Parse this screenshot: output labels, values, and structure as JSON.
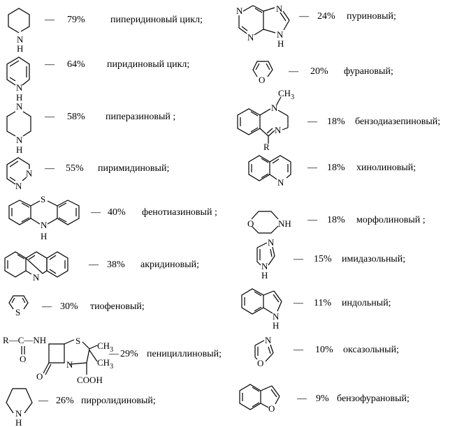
{
  "items": [
    {
      "percent": "79%",
      "name": "пиперидиновый цикл;"
    },
    {
      "percent": "64%",
      "name": "пиридиновый цикл;"
    },
    {
      "percent": "58%",
      "name": "пиперазиновый ;"
    },
    {
      "percent": "55%",
      "name": "пиримидиновый;"
    },
    {
      "percent": "40%",
      "name": "фенотиазиновый ;"
    },
    {
      "percent": "38%",
      "name": "акридиновый;"
    },
    {
      "percent": "30%",
      "name": "тиофеновый;"
    },
    {
      "percent": "29%",
      "name": "пенициллиновый;"
    },
    {
      "percent": "26%",
      "name": "пирролидиновый;"
    },
    {
      "percent": "24%",
      "name": "пуриновый;"
    },
    {
      "percent": "20%",
      "name": "фурановый;"
    },
    {
      "percent": "18%",
      "name": "бензодиазепиновый;"
    },
    {
      "percent": "18%",
      "name": "хинолиновый;"
    },
    {
      "percent": "18%",
      "name": "морфолиновый ;"
    },
    {
      "percent": "15%",
      "name": "имидазольный;"
    },
    {
      "percent": "11%",
      "name": "индольный;"
    },
    {
      "percent": "10%",
      "name": "оксазольный;"
    },
    {
      "percent": "9%",
      "name": "бензофурановый;"
    }
  ],
  "atoms": {
    "N": "N",
    "H": "H",
    "S": "S",
    "O": "O",
    "R": "R",
    "NH": "NH",
    "CH3": "CH",
    "sub3": "3",
    "penicillin_r": "R—C—NH",
    "cooh": "COOH"
  },
  "dash": "—"
}
